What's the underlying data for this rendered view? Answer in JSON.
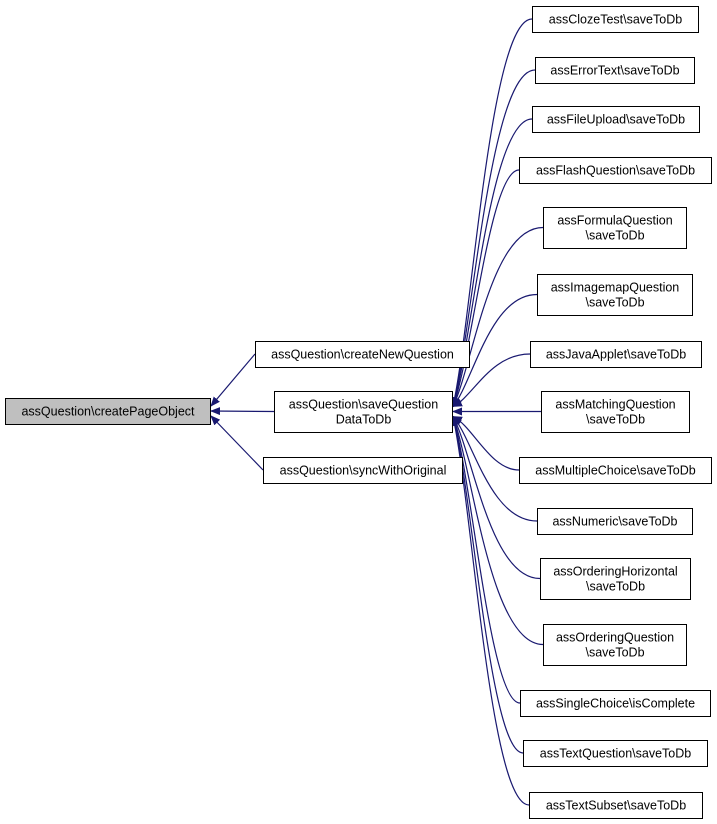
{
  "colors": {
    "edge": "#191970",
    "node_border": "#000000",
    "node_fill": "#ffffff",
    "focus_fill": "#bfbfbf"
  },
  "nodes": [
    {
      "id": "root",
      "lines": [
        "assQuestion\\createPageObject"
      ],
      "focus": true
    },
    {
      "id": "create-new-question",
      "lines": [
        "assQuestion\\createNewQuestion"
      ]
    },
    {
      "id": "save-question-data",
      "lines": [
        "assQuestion\\saveQuestion",
        "DataToDb"
      ]
    },
    {
      "id": "sync-with-original",
      "lines": [
        "assQuestion\\syncWithOriginal"
      ]
    },
    {
      "id": "cloze-test",
      "lines": [
        "assClozeTest\\saveToDb"
      ]
    },
    {
      "id": "error-text",
      "lines": [
        "assErrorText\\saveToDb"
      ]
    },
    {
      "id": "file-upload",
      "lines": [
        "assFileUpload\\saveToDb"
      ]
    },
    {
      "id": "flash-question",
      "lines": [
        "assFlashQuestion\\saveToDb"
      ]
    },
    {
      "id": "formula-question",
      "lines": [
        "assFormulaQuestion",
        "\\saveToDb"
      ]
    },
    {
      "id": "imagemap-question",
      "lines": [
        "assImagemapQuestion",
        "\\saveToDb"
      ]
    },
    {
      "id": "java-applet",
      "lines": [
        "assJavaApplet\\saveToDb"
      ]
    },
    {
      "id": "matching-question",
      "lines": [
        "assMatchingQuestion",
        "\\saveToDb"
      ]
    },
    {
      "id": "multiple-choice",
      "lines": [
        "assMultipleChoice\\saveToDb"
      ]
    },
    {
      "id": "numeric",
      "lines": [
        "assNumeric\\saveToDb"
      ]
    },
    {
      "id": "ordering-horizontal",
      "lines": [
        "assOrderingHorizontal",
        "\\saveToDb"
      ]
    },
    {
      "id": "ordering-question",
      "lines": [
        "assOrderingQuestion",
        "\\saveToDb"
      ]
    },
    {
      "id": "single-choice",
      "lines": [
        "assSingleChoice\\isComplete"
      ]
    },
    {
      "id": "text-question",
      "lines": [
        "assTextQuestion\\saveToDb"
      ]
    },
    {
      "id": "text-subset",
      "lines": [
        "assTextSubset\\saveToDb"
      ]
    }
  ],
  "edges": [
    {
      "from": "create-new-question",
      "to": "root"
    },
    {
      "from": "save-question-data",
      "to": "root"
    },
    {
      "from": "sync-with-original",
      "to": "root"
    },
    {
      "from": "cloze-test",
      "to": "save-question-data"
    },
    {
      "from": "error-text",
      "to": "save-question-data"
    },
    {
      "from": "file-upload",
      "to": "save-question-data"
    },
    {
      "from": "flash-question",
      "to": "save-question-data"
    },
    {
      "from": "formula-question",
      "to": "save-question-data"
    },
    {
      "from": "imagemap-question",
      "to": "save-question-data"
    },
    {
      "from": "java-applet",
      "to": "save-question-data"
    },
    {
      "from": "matching-question",
      "to": "save-question-data"
    },
    {
      "from": "multiple-choice",
      "to": "save-question-data"
    },
    {
      "from": "numeric",
      "to": "save-question-data"
    },
    {
      "from": "ordering-horizontal",
      "to": "save-question-data"
    },
    {
      "from": "ordering-question",
      "to": "save-question-data"
    },
    {
      "from": "single-choice",
      "to": "save-question-data"
    },
    {
      "from": "text-question",
      "to": "save-question-data"
    },
    {
      "from": "text-subset",
      "to": "save-question-data"
    }
  ]
}
